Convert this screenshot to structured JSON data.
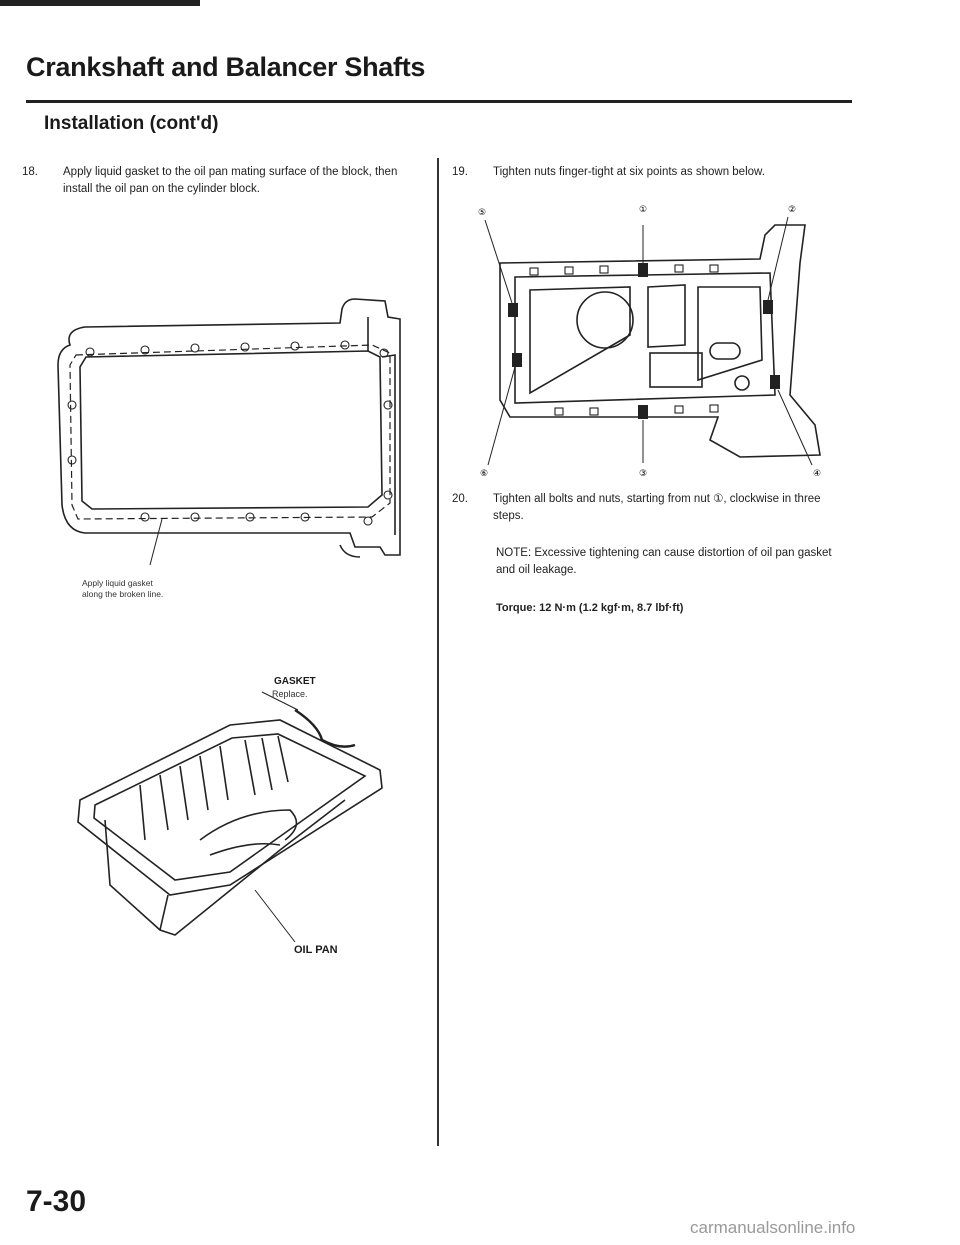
{
  "header": {
    "title": "Crankshaft and Balancer Shafts",
    "subtitle": "Installation (cont'd)"
  },
  "steps": {
    "s18": {
      "num": "18.",
      "text": "Apply liquid gasket to the oil pan mating surface of the block, then install the oil pan on the cylinder block."
    },
    "s19": {
      "num": "19.",
      "text": "Tighten nuts finger-tight at six points as shown below."
    },
    "s20": {
      "num": "20.",
      "text": "Tighten all bolts and nuts, starting from nut ①, clockwise in three steps."
    }
  },
  "note": "NOTE: Excessive tightening can cause distortion of oil pan gasket and oil leakage.",
  "torque": "Torque: 12 N·m (1.2 kgf·m, 8.7 lbf·ft)",
  "figure_labels": {
    "apply_caption_1": "Apply liquid gasket",
    "apply_caption_2": "along the broken line.",
    "gasket": "GASKET",
    "gasket_replace": "Replace.",
    "oil_pan": "OIL PAN",
    "markers": {
      "m1": "①",
      "m2": "②",
      "m3": "③",
      "m4": "④",
      "m5": "⑤",
      "m6": "⑥"
    }
  },
  "footer": {
    "page_number": "7-30",
    "watermark": "carmanualsonline.info"
  }
}
